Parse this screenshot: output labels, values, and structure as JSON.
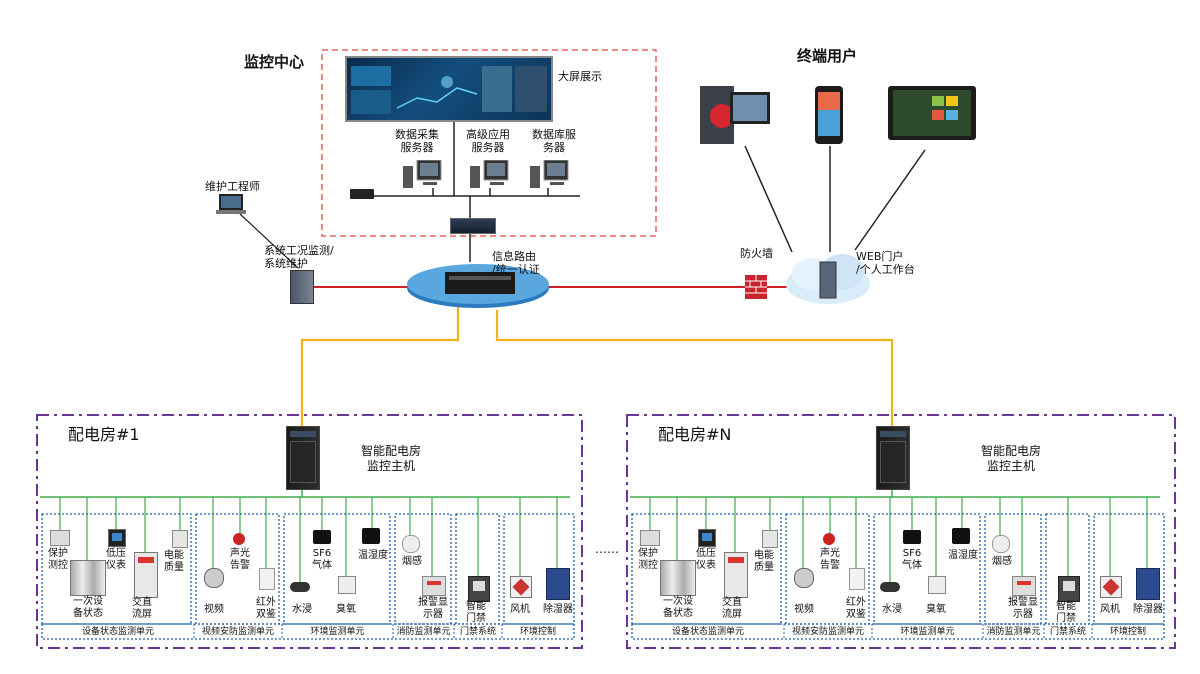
{
  "monitor_center": {
    "title": "监控中心",
    "big_screen": "大屏展示",
    "servers": [
      "数据采集\n服务器",
      "高级应用\n服务器",
      "数据库服\n务器"
    ]
  },
  "terminal_users": {
    "title": "终端用户",
    "web_portal": "WEB门户\n/个人工作台"
  },
  "maintenance": {
    "engineer": "维护工程师",
    "system": "系统工况监测/\n系统维护"
  },
  "router": "信息路由\n/统一认证",
  "firewall": "防火墙",
  "rooms": [
    {
      "title": "配电房#1",
      "host": "智能配电房\n监控主机",
      "devices": [
        "保护\n测控",
        "低压\n仪表",
        "电能\n质量",
        "一次设\n备状态",
        "交直\n流屏",
        "声光\n告警",
        "视频",
        "红外\n双鉴",
        "SF6\n气体",
        "温湿度",
        "水浸",
        "臭氧",
        "烟感",
        "报警显\n示器",
        "智能\n门禁",
        "风机",
        "除湿器"
      ],
      "units": [
        "设备状态监测单元",
        "视频安防监测单元",
        "环境监测单元",
        "消防监测单元",
        "门禁系统",
        "环境控制"
      ]
    },
    {
      "title": "配电房#N",
      "host": "智能配电房\n监控主机",
      "devices": [
        "保护\n测控",
        "低压\n仪表",
        "电能\n质量",
        "一次设\n备状态",
        "交直\n流屏",
        "声光\n告警",
        "视频",
        "红外\n双鉴",
        "SF6\n气体",
        "温湿度",
        "水浸",
        "臭氧",
        "烟感",
        "报警显\n示器",
        "智能\n门禁",
        "风机",
        "除湿器"
      ],
      "units": [
        "设备状态监测单元",
        "视频安防监测单元",
        "环境监测单元",
        "消防监测单元",
        "门禁系统",
        "环境控制"
      ]
    }
  ],
  "ellipsis": "……",
  "colors": {
    "red_link": "#d62027",
    "orange_link": "#f2b21c",
    "green_bus": "#3fae49",
    "purple_dash": "#6a3594",
    "blue_dot": "#1f5fa8",
    "center_dash": "#e8453c"
  }
}
